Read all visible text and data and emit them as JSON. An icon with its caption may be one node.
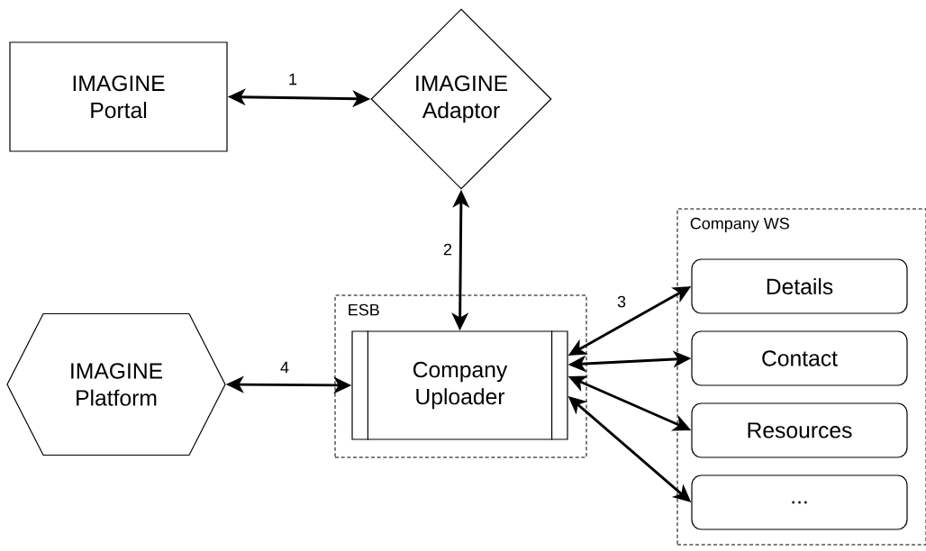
{
  "diagram": {
    "nodes": [
      {
        "text": [
          "IMAGINE Portal"
        ]
      },
      {
        "text": [
          "IMAGINE Adaptor"
        ]
      },
      {
        "text": [
          "IMAGINE Platform"
        ]
      },
      {
        "text": [
          "ESB"
        ]
      },
      {
        "text": [
          "Company Uploader"
        ],
        "in": 3
      },
      {
        "text": [
          "Company WS"
        ]
      },
      {
        "text": [
          "Details"
        ],
        "in": 5
      },
      {
        "text": [
          "Contact"
        ],
        "in": 5
      },
      {
        "text": [
          "Resources"
        ],
        "in": 5
      },
      {
        "text": [
          "..."
        ],
        "in": 5
      }
    ],
    "edges": [
      {
        "from": 0,
        "to": 1,
        "arrow": "both",
        "label": "1"
      },
      {
        "from": 1,
        "to": 4,
        "arrow": "both",
        "label": "2"
      },
      {
        "from": 4,
        "to": 6,
        "arrow": "both",
        "label": "3"
      },
      {
        "from": 4,
        "to": 7,
        "arrow": "both"
      },
      {
        "from": 4,
        "to": 8,
        "arrow": "both"
      },
      {
        "from": 4,
        "to": 9,
        "arrow": "both"
      },
      {
        "from": 2,
        "to": 4,
        "arrow": "both",
        "label": "4"
      }
    ]
  }
}
